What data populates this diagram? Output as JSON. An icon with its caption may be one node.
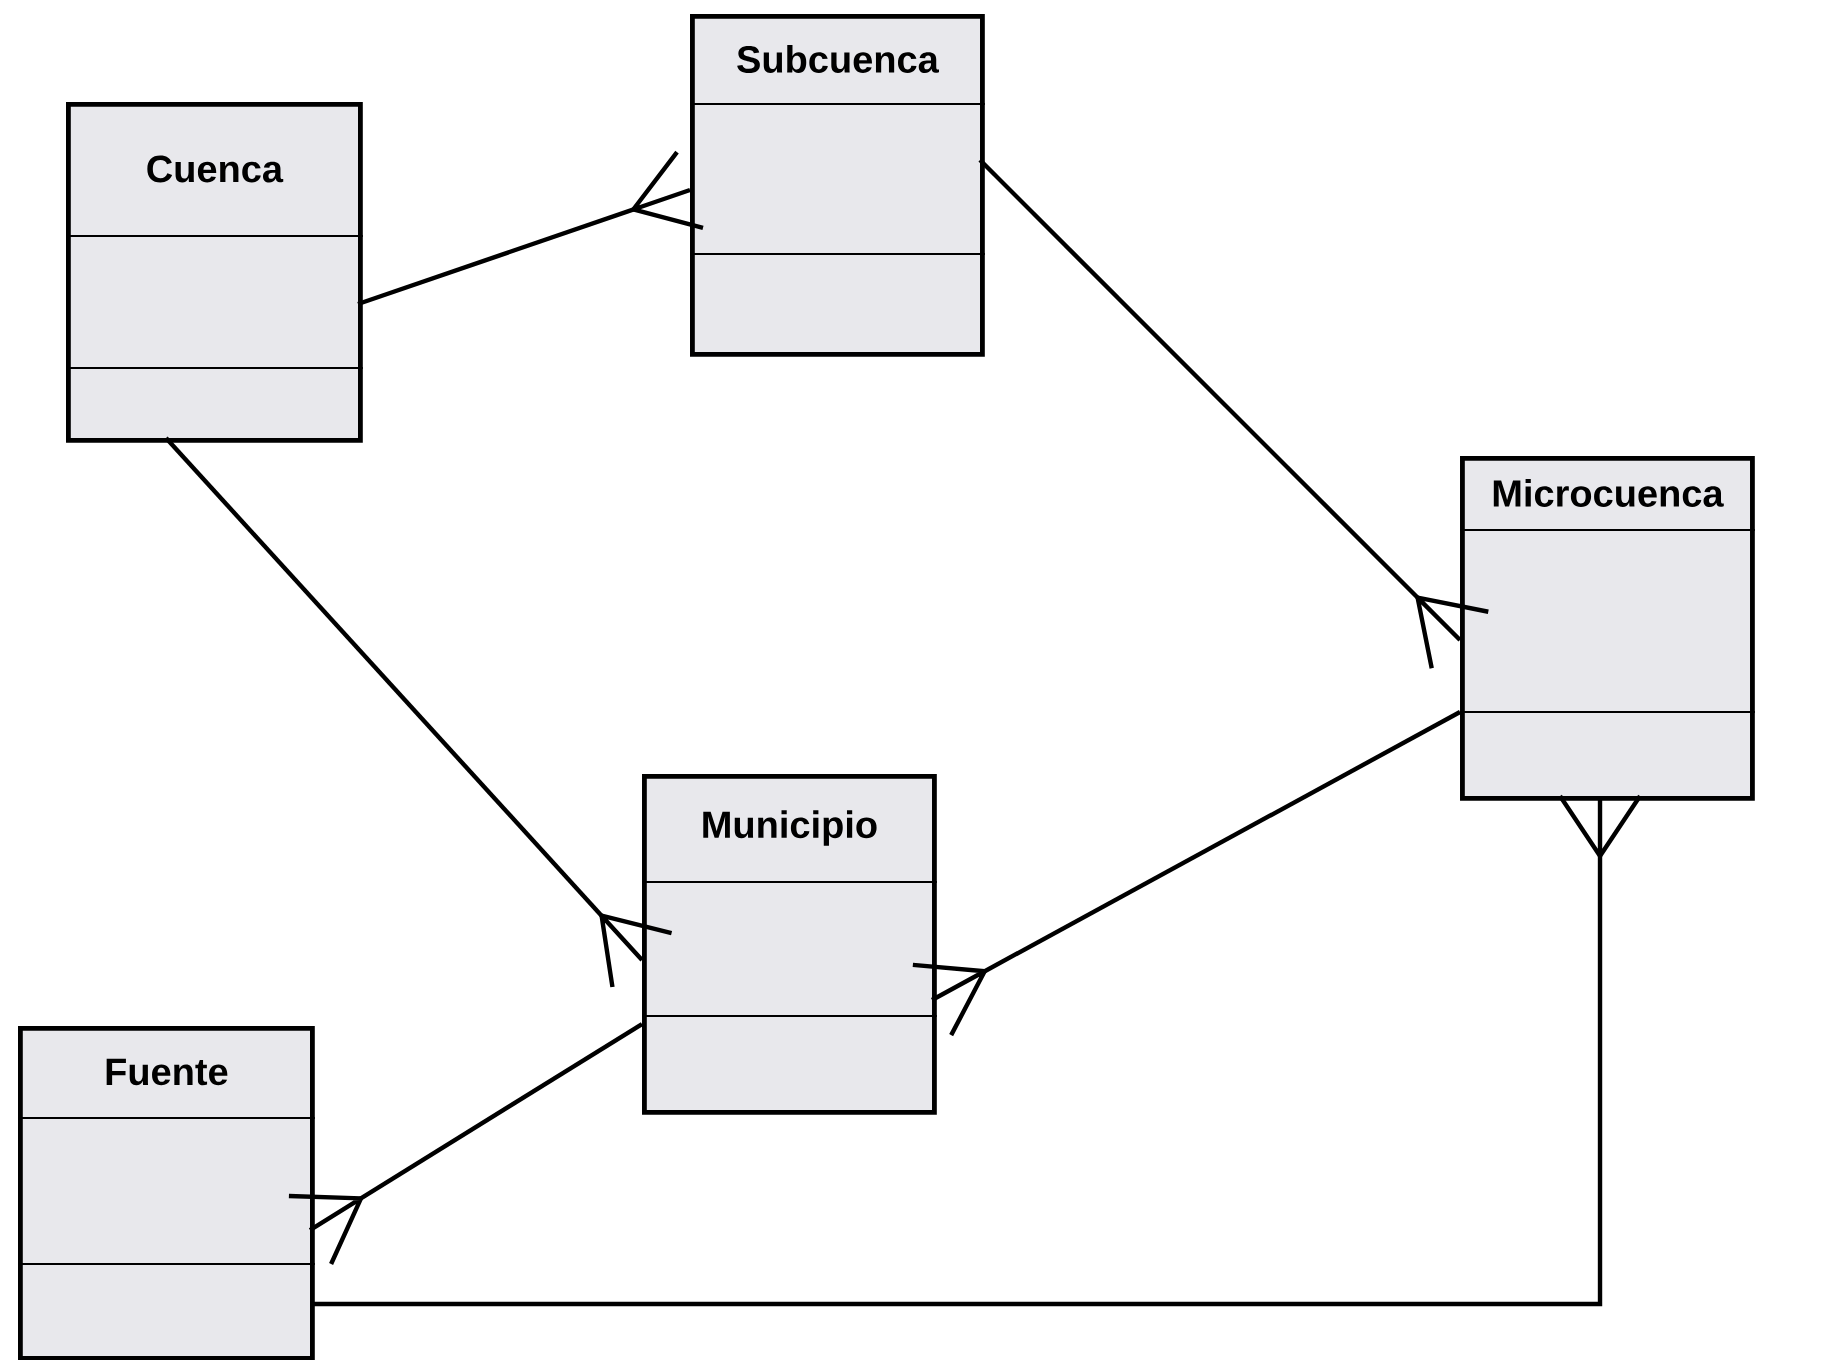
{
  "diagram": {
    "nodes": [
      {
        "text": [
          "Cuenca"
        ]
      },
      {
        "text": [
          "Subcuenca"
        ]
      },
      {
        "text": [
          "Microcuenca"
        ]
      },
      {
        "text": [
          "Municipio"
        ]
      },
      {
        "text": [
          "Fuente"
        ]
      }
    ],
    "edges": [
      {
        "from": 0,
        "to": 1,
        "arrow": "other"
      },
      {
        "from": 1,
        "to": 2,
        "arrow": "other"
      },
      {
        "from": 0,
        "to": 3,
        "arrow": "other"
      },
      {
        "from": 2,
        "to": 3,
        "arrow": "other"
      },
      {
        "from": 3,
        "to": 4,
        "arrow": "other"
      },
      {
        "from": 4,
        "to": 2,
        "arrow": "other"
      }
    ]
  }
}
